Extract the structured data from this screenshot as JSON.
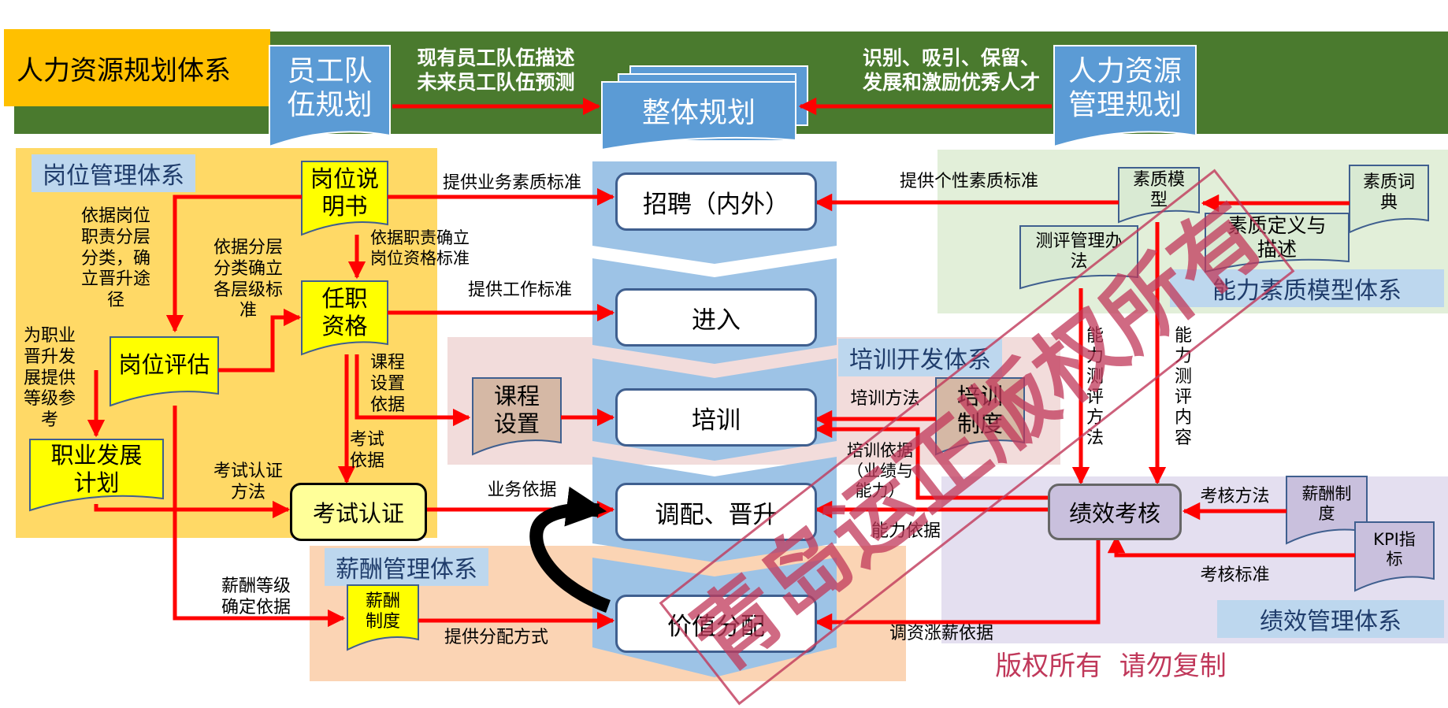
{
  "title": "人力资源规划体系",
  "top": {
    "staff_plan": "员工队\n伍规划",
    "overall_plan": "整体规划",
    "hr_mgmt_plan": "人力资源\n管理规划",
    "left_text": "现有员工队伍描述\n未来员工队伍预测",
    "right_text": "识别、吸引、保留、\n发展和激励优秀人才"
  },
  "regions": {
    "position": "岗位管理体系",
    "competency": "能力素质模型体系",
    "training": "培训开发体系",
    "salary": "薪酬管理体系",
    "performance": "绩效管理体系"
  },
  "flow": [
    "招聘（内外）",
    "进入",
    "培训",
    "调配、晋升",
    "价值分配"
  ],
  "docs": {
    "job_desc": "岗位说\n明书",
    "qualification": "任职\n资格",
    "job_eval": "岗位评估",
    "career_plan": "职业发展\n计划",
    "exam": "考试认证",
    "course": "课程\n设置",
    "training_sys": "培训\n制度",
    "comp_model": "素质模\n型",
    "comp_dict": "素质词\n典",
    "comp_def": "素质定义与\n描述",
    "eval_method": "测评管理办\n法",
    "perf": "绩效考核",
    "salary_sys_r": "薪酬制\n度",
    "kpi": "KPI指\n标",
    "salary_sys": "薪酬\n制度"
  },
  "labels": {
    "l1": "提供业务素质标准",
    "l2": "提供个性素质标准",
    "l3": "依据岗位\n职责分层\n分类，确\n立晋升途\n径",
    "l4": "依据职责确立\n岗位资格标准",
    "l5": "依据分层\n分类确立\n各层级标\n准",
    "l6": "提供工作标准",
    "l7": "为职业\n晋升发\n展提供\n等级参\n考",
    "l8": "课程\n设置\n依据",
    "l9": "考试\n依据",
    "l10": "考试认证\n方法",
    "l11": "业务依据",
    "l12": "培训方法",
    "l13": "培训依据\n（业绩与\n能力）",
    "l14": "能力依据",
    "l15": "能\n力\n测\n评\n方\n法",
    "l16": "能\n力\n测\n评\n内\n容",
    "l17": "考核方法",
    "l18": "考核标准",
    "l19": "薪酬等级\n确定依据",
    "l20": "提供分配方式",
    "l21": "调资涨薪依据"
  },
  "watermark": "青岛运正版权所有",
  "copyright": "版权所有  请勿复制",
  "colors": {
    "green_band": "#4a7a2e",
    "blue_doc": "#5b9bd5",
    "yellow_doc": "#ffff00",
    "arrow": "#ff0000",
    "flow_column": "#9dc3e6",
    "watermark": "#c0385a"
  }
}
